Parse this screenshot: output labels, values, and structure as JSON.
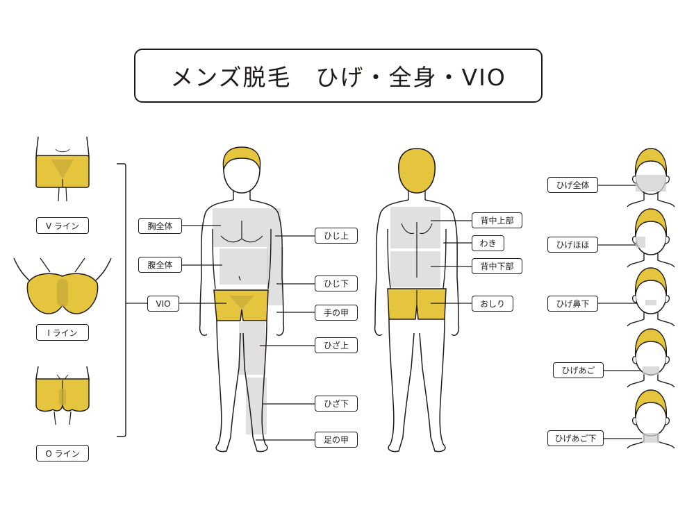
{
  "title": "メンズ脱毛　ひげ・全身・VIO",
  "colors": {
    "accent": "#e4c53d",
    "highlight": "#cfcfcf",
    "line": "#1f1a17"
  },
  "vio": {
    "v_line": "V ライン",
    "i_line": "I ライン",
    "o_line": "O ライン",
    "group_label": "VIO"
  },
  "front": {
    "chest": "胸全体",
    "abdomen": "腹全体",
    "upper_elbow": "ひじ上",
    "lower_elbow": "ひじ下",
    "back_of_hand": "手の甲",
    "above_knee": "ひざ上",
    "below_knee": "ひざ下",
    "top_of_foot": "足の甲"
  },
  "back": {
    "upper_back": "背中上部",
    "armpit": "わき",
    "lower_back": "背中下部",
    "buttocks": "おしり"
  },
  "beard": {
    "full": "ひげ全体",
    "cheeks": "ひげほほ",
    "under_nose": "ひげ鼻下",
    "chin": "ひげあご",
    "under_chin": "ひげあご下"
  }
}
